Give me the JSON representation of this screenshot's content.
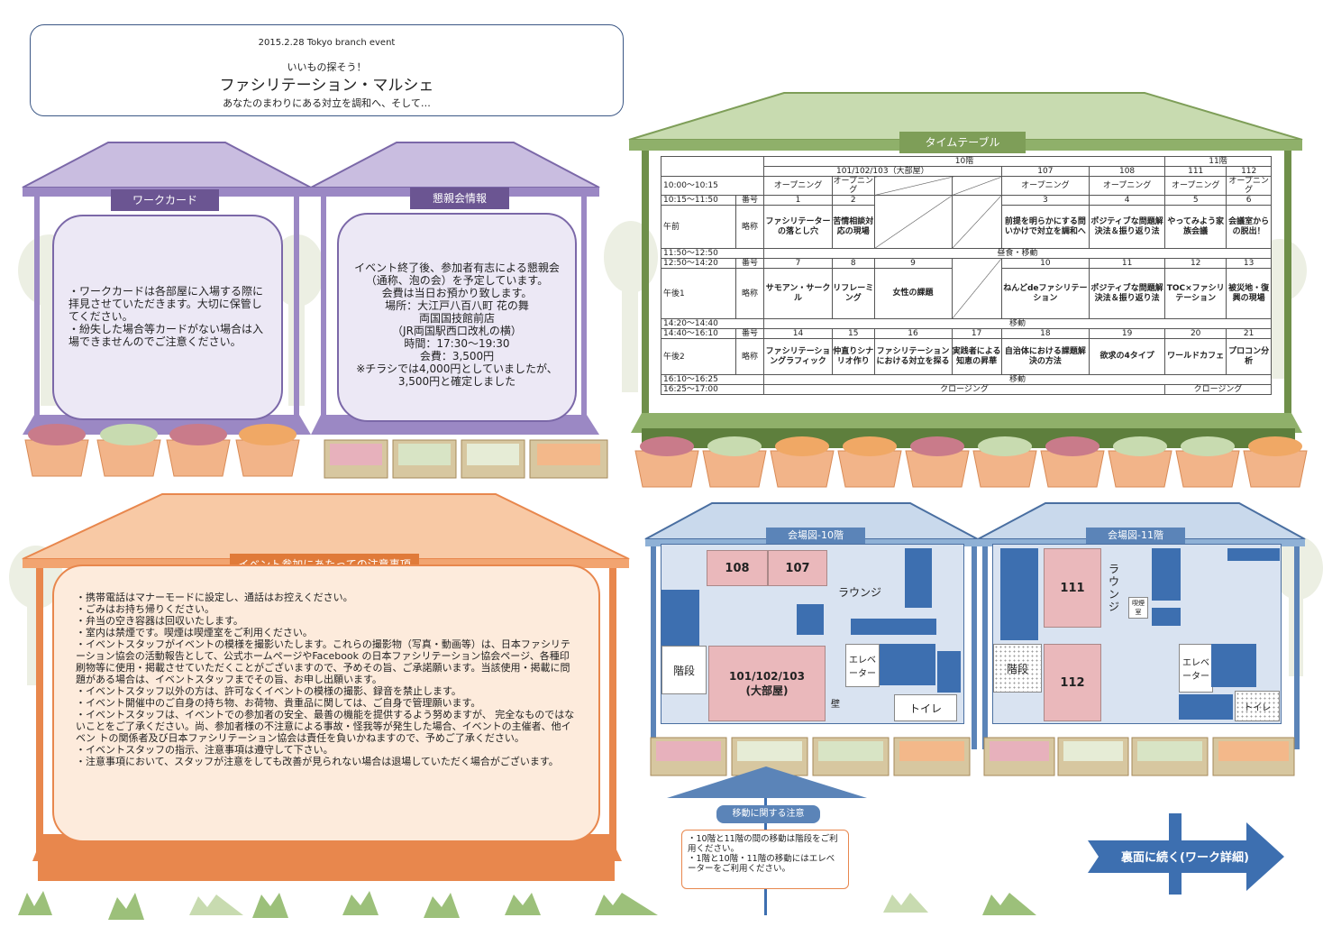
{
  "header": {
    "date": "2015.2.28  Tokyo branch event",
    "catch": "いいもの探そう！",
    "title": "ファシリテーション・マルシェ",
    "subtitle": "あなたのまわりにある対立を調和へ、そして…"
  },
  "work_card": {
    "title": "ワークカード",
    "lines": [
      "・ワークカードは各部屋に入場する際に拝見させていただきます。大切に保管してください。",
      "・紛失した場合等カードがない場合は入場できませんのでご注意ください。"
    ]
  },
  "party": {
    "title": "懇親会情報",
    "lines": [
      "イベント終了後、参加者有志による懇親会（通称、泡の会）を予定しています。",
      "会費は当日お預かり致します。",
      "場所：大江戸八百八町 花の舞",
      "両国国技館前店",
      "（JR両国駅西口改札の横）",
      "時間：17:30〜19:30",
      "会費：3,500円",
      "※チラシでは4,000円としていましたが、3,500円と確定しました"
    ]
  },
  "notes": {
    "title": "イベント参加にあたっての注意事項",
    "lines": [
      "・携帯電話はマナーモードに設定し、通話はお控えください。",
      "・ごみはお持ち帰りください。",
      "・弁当の空き容器は回収いたします。",
      "・室内は禁煙です。喫煙は喫煙室をご利用ください。",
      "・イベントスタッフがイベントの模様を撮影いたします。これらの撮影物（写真・動画等）は、日本ファシリテーション協会の活動報告として、公式ホームページやFacebook の日本ファシリテーション協会ページ、各種印刷物等に使用・掲載させていただくことがございますので、予めその旨、ご承諾願います。当該使用・掲載に問題がある場合は、イベントスタッフまでその旨、お申し出願います。",
      "・イベントスタッフ以外の方は、許可なくイベントの模様の撮影、録音を禁止します。",
      "・イベント開催中のご自身の持ち物、お荷物、貴重品に関しては、ご自身で管理願います。",
      "・イベントスタッフは、イベントでの参加者の安全、最善の機能を提供するよう努めますが、 完全なものではないことをご了承ください。尚、参加者様の不注意による事故・怪我等が発生した場合、イベントの主催者、他イベン トの関係者及び日本ファシリテーション協会は責任を負いかねますので、予めご了承ください。",
      "・イベントスタッフの指示、注意事項は遵守して下さい。",
      "・注意事項において、スタッフが注意をしても改善が見られない場合は退場していただく場合がございます。"
    ]
  },
  "timetable": {
    "title": "タイムテーブル",
    "floor10": "10階",
    "floor11": "11階",
    "room_big": "101/102/103（大部屋）",
    "rooms": [
      "107",
      "108",
      "111",
      "112"
    ],
    "opening": "オープニング",
    "closing": "クロージング",
    "number_label": "番号",
    "short_label": "略称",
    "lunch": "昼食・移動",
    "move": "移動",
    "rows": [
      {
        "time": "10:00〜10:15"
      },
      {
        "time": "10:15〜11:50",
        "name": "午前",
        "nums": [
          "1",
          "2",
          "",
          "",
          "3",
          "4",
          "5",
          "6"
        ],
        "titles": [
          "ファシリテーターの落とし穴",
          "苦情相談対応の現場",
          "",
          "",
          "前提を明らかにする問いかけで対立を調和へ",
          "ポジティブな問題解決法＆振り返り法",
          "やってみよう家族会議",
          "会議室からの脱出！"
        ]
      },
      {
        "time": "11:50〜12:50"
      },
      {
        "time": "12:50〜14:20",
        "name": "午後1",
        "nums": [
          "7",
          "8",
          "9",
          "",
          "10",
          "11",
          "12",
          "13"
        ],
        "titles": [
          "サモアン・サークル",
          "リフレーミング",
          "女性の課題",
          "",
          "ねんどdeファシリテーション",
          "ポジティブな問題解決法＆振り返り法",
          "TOC×ファシリテーション",
          "被災地・復興の現場"
        ]
      },
      {
        "time": "14:20〜14:40"
      },
      {
        "time": "14:40〜16:10",
        "name": "午後2",
        "nums": [
          "14",
          "15",
          "16",
          "17",
          "18",
          "19",
          "20",
          "21"
        ],
        "titles": [
          "ファシリテーショングラフィック",
          "仲直りシナリオ作り",
          "ファシリテーションにおける対立を探る",
          "実践者による知恵の昇華",
          "自治体における課題解決の方法",
          "欲求の4タイプ",
          "ワールドカフェ",
          "プロコン分析"
        ]
      },
      {
        "time": "16:10〜16:25"
      },
      {
        "time": "16:25〜17:00"
      }
    ]
  },
  "map10": {
    "title": "会場図-10階",
    "r108": "108",
    "r107": "107",
    "lounge": "ラウンジ",
    "stairs": "階段",
    "big": "101/102/103\n(大部屋)",
    "elevator": "エレベーター",
    "wall": "壁",
    "toilet": "トイレ"
  },
  "map11": {
    "title": "会場図-11階",
    "r111": "111",
    "r112": "112",
    "lounge": "ラウンジ",
    "smoking": "喫煙室",
    "stairs": "階段",
    "elevator": "エレベーター",
    "toilet": "トイレ"
  },
  "move_notes": {
    "title": "移動に関する注意",
    "lines": [
      "・10階と11階の間の移動は階段をご利用ください。",
      "・1階と10階・11階の移動にはエレベーターをご利用ください。"
    ]
  },
  "next_arrow": "裏面に続く(ワーク詳細)"
}
